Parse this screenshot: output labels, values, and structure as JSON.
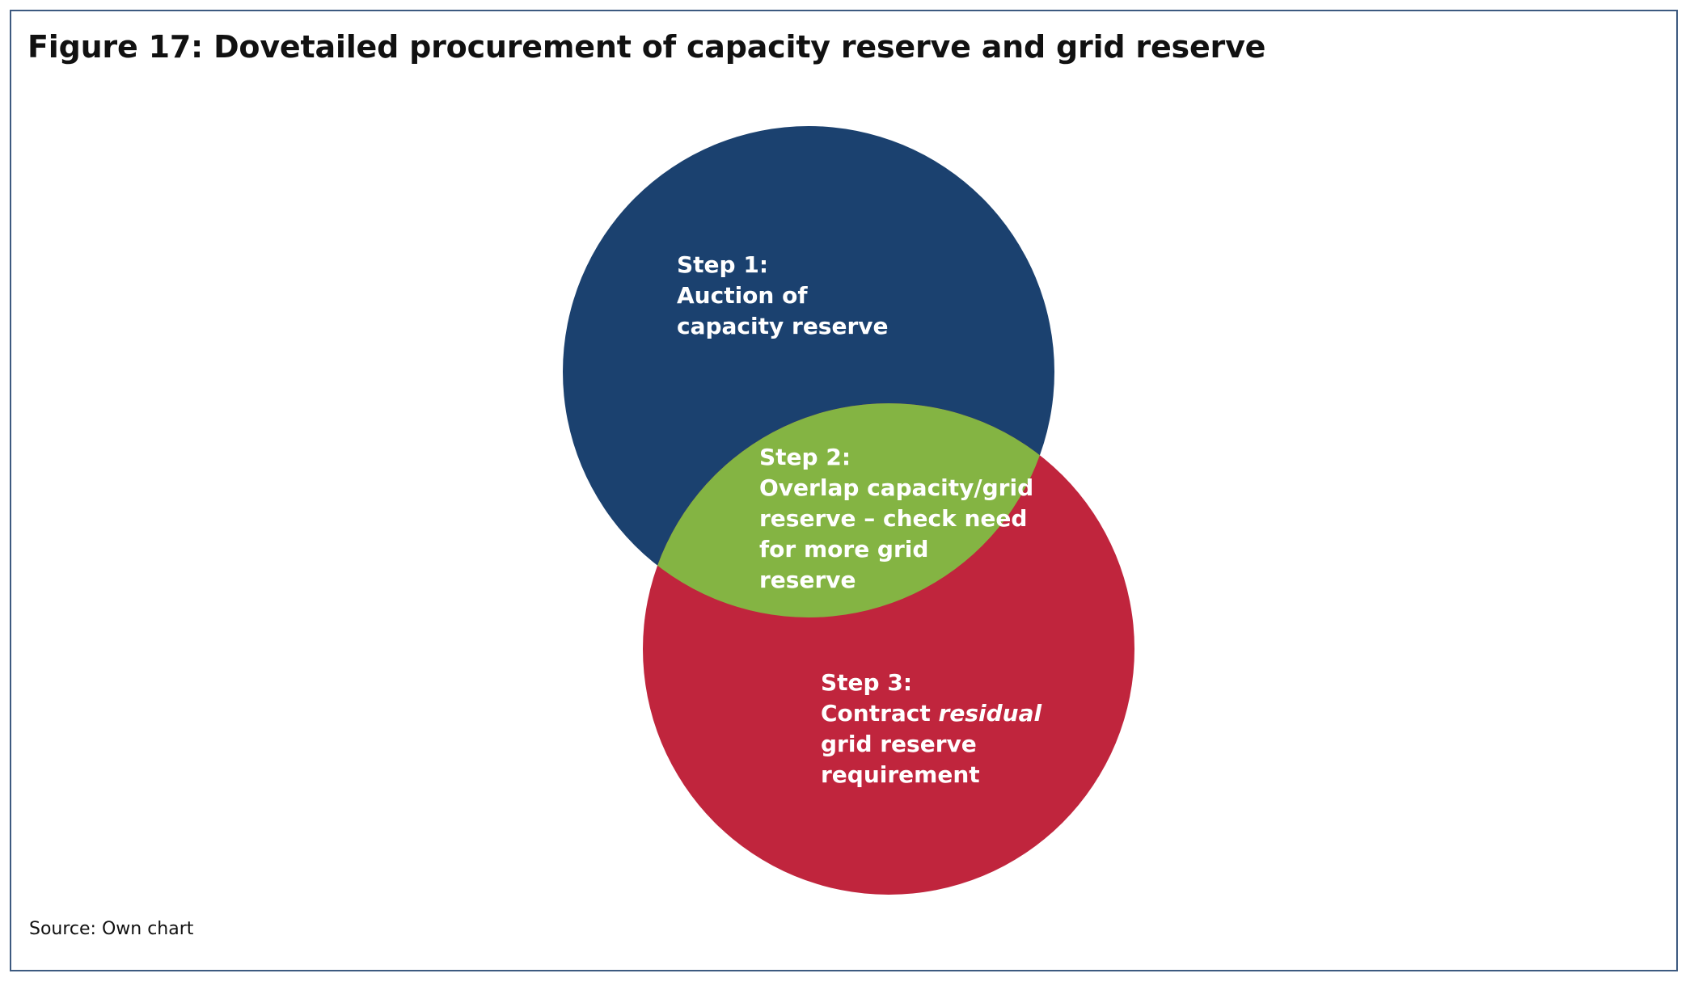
{
  "figure": {
    "title": "Figure 17: Dovetailed procurement of capacity reserve and grid reserve",
    "source": "Source: Own chart"
  },
  "colors": {
    "capacity_circle": "#1b416f",
    "grid_circle": "#c0253d",
    "overlap": "#84b443",
    "frame": "#3d5a80",
    "label_text": "#ffffff"
  },
  "steps": {
    "step1": {
      "lines": [
        "Step 1:",
        "Auction of",
        "capacity reserve"
      ]
    },
    "step2": {
      "lines": [
        "Step 2:",
        "Overlap capacity/grid",
        "reserve – check need",
        "for more grid",
        "reserve"
      ]
    },
    "step3": {
      "heading": "Step 3:",
      "line2_plain": "Contract ",
      "line2_italic": "residual",
      "line3": "grid reserve",
      "line4": "requirement"
    }
  }
}
